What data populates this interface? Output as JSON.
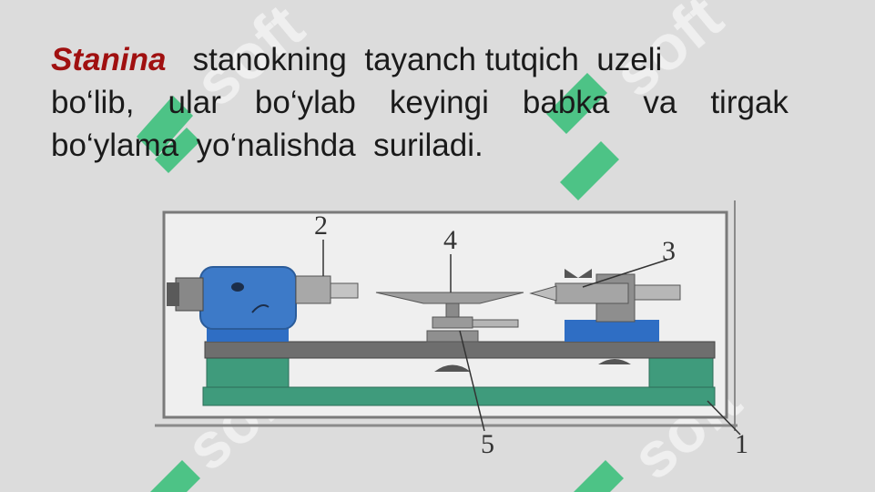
{
  "slide": {
    "term": "Stanina",
    "line1_rest": [
      "stanokning",
      "tayanch",
      "tutqich",
      "uzeli"
    ],
    "line2": [
      "bo‘lib,",
      "ular",
      "bo‘ylab",
      "keyingi",
      "babka",
      "va",
      "tirgak"
    ],
    "line3": "bo‘ylama  yo‘nalishda  suriladi."
  },
  "figure": {
    "labels": {
      "bed": "1",
      "headstock": "2",
      "tailstock": "3",
      "tool_rest": "4",
      "tool_rest_clamp": "5"
    }
  },
  "colors": {
    "term": "#a01010",
    "headstock": "#3d7ac8",
    "bed_top": "#6e6e6e",
    "bed_base": "#3f9b7c",
    "tailstock_base": "#2f6ec4",
    "watermark": "#1dbb6a"
  },
  "watermark": {
    "text": "soft"
  }
}
